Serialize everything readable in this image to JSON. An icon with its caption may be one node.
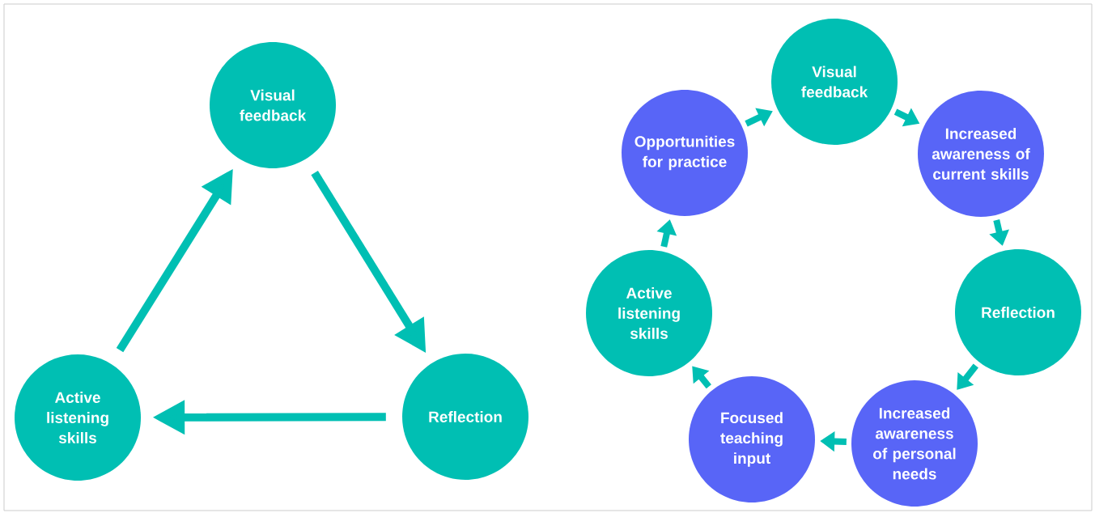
{
  "diagram": {
    "nodes": [
      {
        "text": [
          "Visual feedback"
        ]
      },
      {
        "text": [
          "Reflection"
        ]
      },
      {
        "text": [
          "Active listening skills"
        ]
      },
      {
        "text": [
          "Visual feedback"
        ]
      },
      {
        "text": [
          "Increased awareness of current skills"
        ]
      },
      {
        "text": [
          "Reflection"
        ]
      },
      {
        "text": [
          "Increased awareness of personal needs"
        ]
      },
      {
        "text": [
          "Focused teaching input"
        ]
      },
      {
        "text": [
          "Active listening skills"
        ]
      },
      {
        "text": [
          "Opportunities for practice"
        ]
      }
    ],
    "edges": [
      {
        "from": 0,
        "to": 1,
        "arrow": "to"
      },
      {
        "from": 1,
        "to": 2,
        "arrow": "to"
      },
      {
        "from": 2,
        "to": 0,
        "arrow": "to"
      },
      {
        "from": 3,
        "to": 4,
        "arrow": "to"
      },
      {
        "from": 4,
        "to": 5,
        "arrow": "to"
      },
      {
        "from": 5,
        "to": 6,
        "arrow": "to"
      },
      {
        "from": 6,
        "to": 7,
        "arrow": "to"
      },
      {
        "from": 7,
        "to": 8,
        "arrow": "to"
      },
      {
        "from": 8,
        "to": 9,
        "arrow": "to"
      },
      {
        "from": 9,
        "to": 3,
        "arrow": "to"
      }
    ]
  }
}
